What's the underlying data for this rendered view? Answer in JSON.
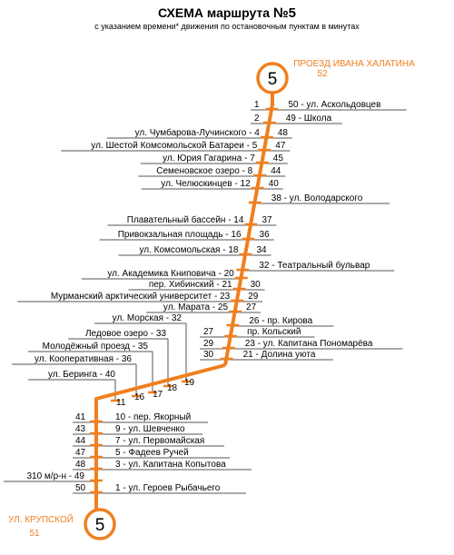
{
  "title": {
    "text": "СХЕМА маршрута",
    "number": "№5"
  },
  "subtitle": "с указанием времени* движения по остановочным пунктам в минутах",
  "route_number": "5",
  "terminals": {
    "top": {
      "name": "ПРОЕЗД ИВАНА ХАЛАТИНА",
      "time": "52"
    },
    "bottom": {
      "name": "УЛ. КРУПСКОЙ",
      "time": "51"
    }
  },
  "stops": [
    {
      "a": "1",
      "b": "50 - ул. Аскольдовцев"
    },
    {
      "a": "2",
      "b": "49 - Школа"
    },
    {
      "a": "ул. Чумбарова-Лучинского - 4",
      "b": "48"
    },
    {
      "a": "ул. Шестой Комсомольской Батареи - 5",
      "b": "47"
    },
    {
      "a": "ул. Юрия Гагарина - 7",
      "b": "45"
    },
    {
      "a": "Семеновское озеро - 8",
      "b": "44"
    },
    {
      "a": "ул. Челюскинцев - 12",
      "b": "40"
    },
    {
      "a": "",
      "b": "38 - ул. Володарского"
    },
    {
      "a": "Плавательный бассейн - 14",
      "b": "37"
    },
    {
      "a": "Привокзальная площадь - 16",
      "b": "36"
    },
    {
      "a": "ул. Комсомольская - 18",
      "b": "34"
    },
    {
      "a": "",
      "b": "32 - Театральный бульвар"
    },
    {
      "a": "ул. Академика Книповича - 20",
      "b": ""
    },
    {
      "a": "пер. Хибинский - 21",
      "b": "30"
    },
    {
      "a": "Мурманский арктический университет - 23",
      "b": "29"
    },
    {
      "a": "ул. Марата - 25",
      "b": "27"
    },
    {
      "a": "",
      "b": "26 - пр. Кирова"
    },
    {
      "a": "27",
      "b": "пр. Кольский"
    },
    {
      "a": "29",
      "b": "23 - ул. Капитана Пономарёва"
    },
    {
      "a": "30",
      "b": "21 - Долина уюта"
    }
  ],
  "branch_stops": [
    {
      "label": "ул. Морская - 32",
      "time": "19"
    },
    {
      "label": "Ледовое озеро - 33",
      "time": "18"
    },
    {
      "label": "Молодёжный проезд - 35",
      "time": "17"
    },
    {
      "label": "ул. Кооперативная - 36",
      "time": "16"
    },
    {
      "label": "ул. Беринга - 40",
      "time": "11"
    }
  ],
  "bottom_stops": [
    {
      "a": "41",
      "b": "10 - пер. Якорный"
    },
    {
      "a": "43",
      "b": "9 - ул. Шевченко"
    },
    {
      "a": "44",
      "b": "7 - ул. Первомайская"
    },
    {
      "a": "47",
      "b": "5 -      Фадеев Ручей"
    },
    {
      "a": "48",
      "b": "3 - ул. Капитана Копытова"
    },
    {
      "a": "310 м/р-н - 49",
      "b": ""
    },
    {
      "a": "50",
      "b": "1 - ул. Героев Рыбачьего"
    }
  ],
  "colors": {
    "route": "#F07F1E",
    "text": "#000000",
    "underline": "#555555"
  }
}
